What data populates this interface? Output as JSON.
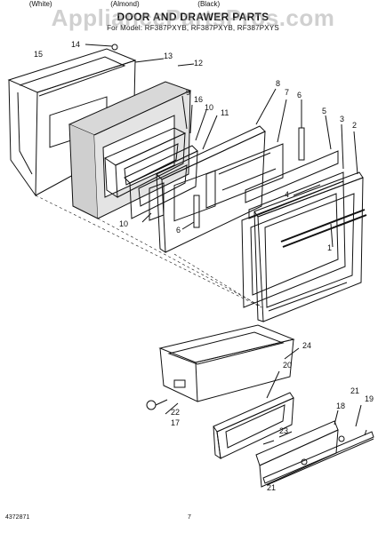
{
  "header": {
    "title": "DOOR AND DRAWER PARTS",
    "models": "For Model: RF387PXYB, RF387PXYB, RF387PXYS",
    "colors": [
      "(White)",
      "(Almond)",
      "(Black)"
    ]
  },
  "watermark": "AppliancePartsPros.com",
  "callouts": [
    "1",
    "2",
    "3",
    "4",
    "5",
    "6",
    "6",
    "7",
    "8",
    "9",
    "10",
    "10",
    "11",
    "12",
    "13",
    "14",
    "15",
    "16",
    "17",
    "18",
    "19",
    "20",
    "21",
    "21",
    "22",
    "23",
    "24"
  ],
  "footer": {
    "doc_id": "4372871",
    "page": "7"
  }
}
